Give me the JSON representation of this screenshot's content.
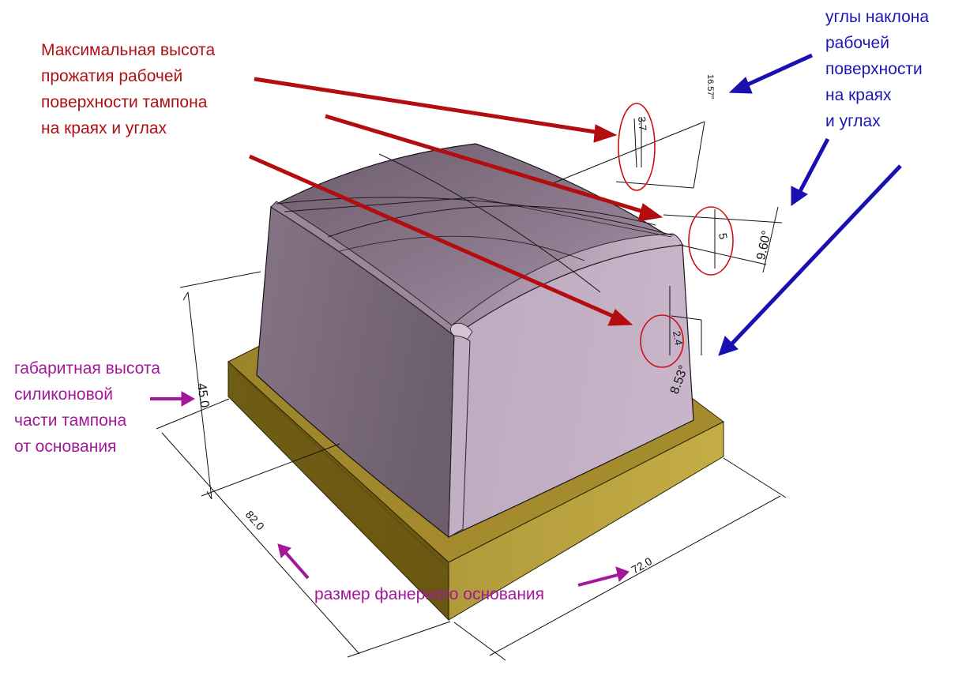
{
  "annotations": {
    "max_height": [
      "Максимальная высота",
      "прожатия рабочей",
      "поверхности тампона",
      "на краях и углах"
    ],
    "angles": [
      "углы наклона",
      "рабочей",
      "поверхности",
      "на краях",
      "и углах"
    ],
    "overall_height": [
      "габаритная высота",
      "силиконовой",
      "части тампона",
      "от основания"
    ],
    "base_size": "размер фанерного основания"
  },
  "dimensions": {
    "height": "45.0",
    "depth": "82.0",
    "width": "72.0",
    "press_corner": "3.7",
    "press_edge_top": "5",
    "press_edge_side": "2.4",
    "angle_corner": "16.57°",
    "angle_edge_top": "9.60°",
    "angle_edge_side": "8.53°"
  },
  "colors": {
    "annotation_red": "#b01014",
    "annotation_blue": "#1c16b4",
    "annotation_magenta": "#a3189a",
    "pad_body": "#b7a3b8",
    "plywood_base": "#b39a38",
    "circle_marks": "#cc1111"
  }
}
